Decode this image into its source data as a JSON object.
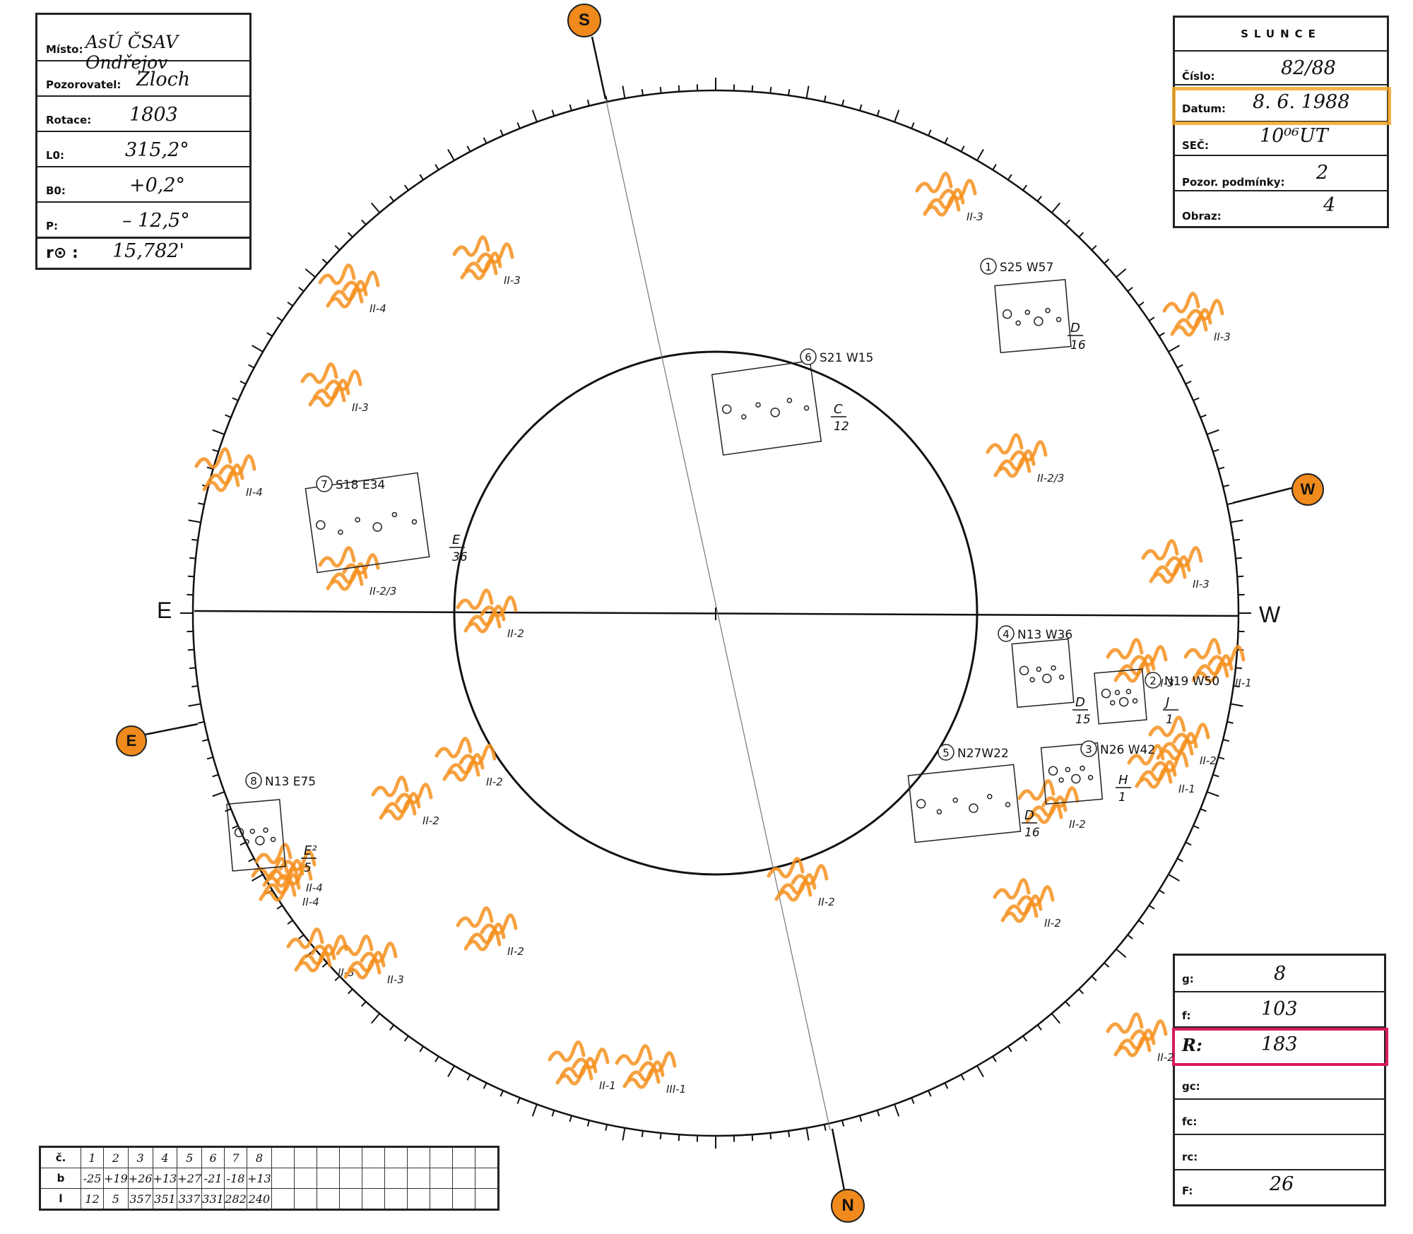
{
  "header": {
    "misto_label": "Místo:",
    "misto": "AsÚ ČSAV Ondřejov",
    "pozorovatel_label": "Pozorovatel:",
    "pozorovatel": "Zloch",
    "rotace_label": "Rotace:",
    "rotace": "1803",
    "l0_label": "L0:",
    "l0": "315,2°",
    "b0_label": "B0:",
    "b0": "+0,2°",
    "p_label": "P:",
    "p": "– 12,5°",
    "r_label": "r⊙ :",
    "r": "15,782'"
  },
  "info": {
    "title": "SLUNCE",
    "cislo_label": "Číslo:",
    "cislo": "82/88",
    "datum_label": "Datum:",
    "datum": "8. 6. 1988",
    "sec_label": "SEČ:",
    "sec": "10⁰⁶UT",
    "podminky_label": "Pozor. podmínky:",
    "podminky": "2",
    "obraz_label": "Obraz:",
    "obraz": "4"
  },
  "counts": {
    "g_label": "g:",
    "g": "8",
    "f_label": "f:",
    "f": "103",
    "R_label": "R:",
    "R": "183",
    "gc_label": "gc:",
    "gc": "",
    "fc_label": "fc:",
    "fc": "",
    "rc_label": "rc:",
    "rc": "",
    "F_label": "F:",
    "F": "26"
  },
  "positions_table": {
    "row_labels": [
      "č.",
      "b",
      "l"
    ],
    "numbers": [
      "1",
      "2",
      "3",
      "4",
      "5",
      "6",
      "7",
      "8"
    ],
    "b": [
      "-25",
      "+19",
      "+26",
      "+13",
      "+27",
      "-21",
      "-18",
      "+13"
    ],
    "l": [
      "12",
      "5",
      "357",
      "351",
      "337",
      "331",
      "282",
      "240"
    ]
  },
  "directions": {
    "S": "S",
    "N": "N",
    "E": "E",
    "W": "W",
    "E_line": "E",
    "W_line": "W"
  },
  "colors": {
    "circle_marker": "#f08a1c",
    "facula": "#f4901e",
    "date_highlight": "#f5a623",
    "r_highlight": "#d81b60"
  },
  "groups": [
    {
      "num": "1",
      "pos": "S25 W57",
      "class": "D",
      "count": "16"
    },
    {
      "num": "2",
      "pos": "N19 W50",
      "class": "J",
      "count": "1"
    },
    {
      "num": "3",
      "pos": "N26 W42",
      "class": "H",
      "count": "1"
    },
    {
      "num": "4",
      "pos": "N13 W36",
      "class": "D",
      "count": "15"
    },
    {
      "num": "5",
      "pos": "N27W22",
      "class": "D",
      "count": "16"
    },
    {
      "num": "6",
      "pos": "S21 W15",
      "class": "C",
      "count": "12"
    },
    {
      "num": "7",
      "pos": "S18 E34",
      "class": "E",
      "count": "36"
    },
    {
      "num": "8",
      "pos": "N13 E75",
      "class": "E²",
      "count": "5"
    }
  ],
  "faculae_labels": [
    "II-3",
    "II-4",
    "II-3",
    "II-3",
    "II-4",
    "II-2/3",
    "II-2/3",
    "II-3",
    "II-3",
    "II-2",
    "II-3",
    "II-4",
    "II-3",
    "II-2",
    "II-2",
    "II-2",
    "II-2",
    "II-2",
    "II-4",
    "II-2",
    "II-3",
    "II-2",
    "II-1",
    "III-1",
    "II-1",
    "II-1",
    "II-2"
  ]
}
